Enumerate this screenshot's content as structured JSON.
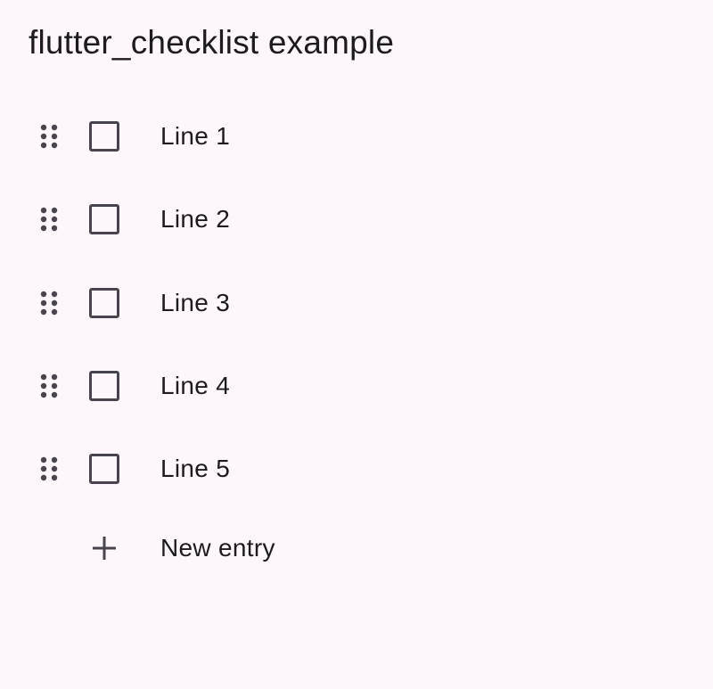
{
  "app_bar": {
    "title": "flutter_checklist example"
  },
  "checklist": {
    "items": [
      {
        "label": "Line 1",
        "checked": false
      },
      {
        "label": "Line 2",
        "checked": false
      },
      {
        "label": "Line 3",
        "checked": false
      },
      {
        "label": "Line 4",
        "checked": false
      },
      {
        "label": "Line 5",
        "checked": false
      }
    ],
    "new_entry_label": "New entry"
  },
  "icons": {
    "drag": "drag-indicator-icon",
    "checkbox": "checkbox-unchecked-icon",
    "add": "plus-icon"
  },
  "colors": {
    "background": "#fdf7fb",
    "text": "#1d1b20",
    "icon": "#49454f"
  }
}
